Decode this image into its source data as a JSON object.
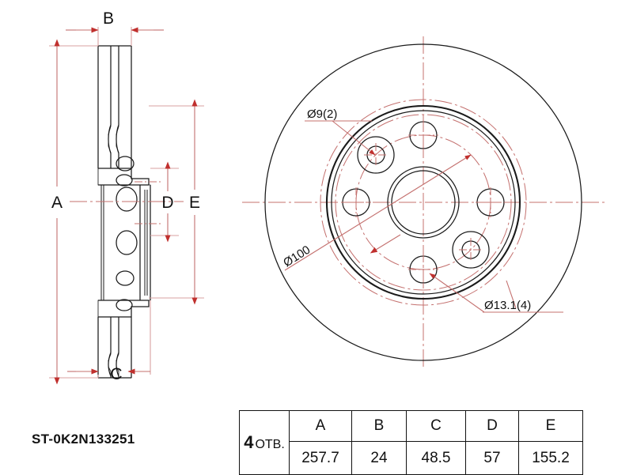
{
  "part_number": "ST-0K2N133251",
  "section_view": {
    "dimension_labels": {
      "a": "A",
      "b": "B",
      "c": "C",
      "d": "D",
      "e": "E"
    }
  },
  "face_view": {
    "annotations": {
      "small_holes": "Ø9(2)",
      "bolt_circle": "Ø100",
      "bolt_holes": "Ø13.1(4)"
    }
  },
  "spec_table": {
    "holes_count": "4",
    "holes_unit": "ОТВ.",
    "headers": [
      "A",
      "B",
      "C",
      "D",
      "E"
    ],
    "values": [
      "257.7",
      "24",
      "48.5",
      "57",
      "155.2"
    ]
  },
  "colors": {
    "dimension_line": "#c4706e",
    "arrow": "#c0302e",
    "outline": "#1a1a1a",
    "background": "#ffffff"
  }
}
